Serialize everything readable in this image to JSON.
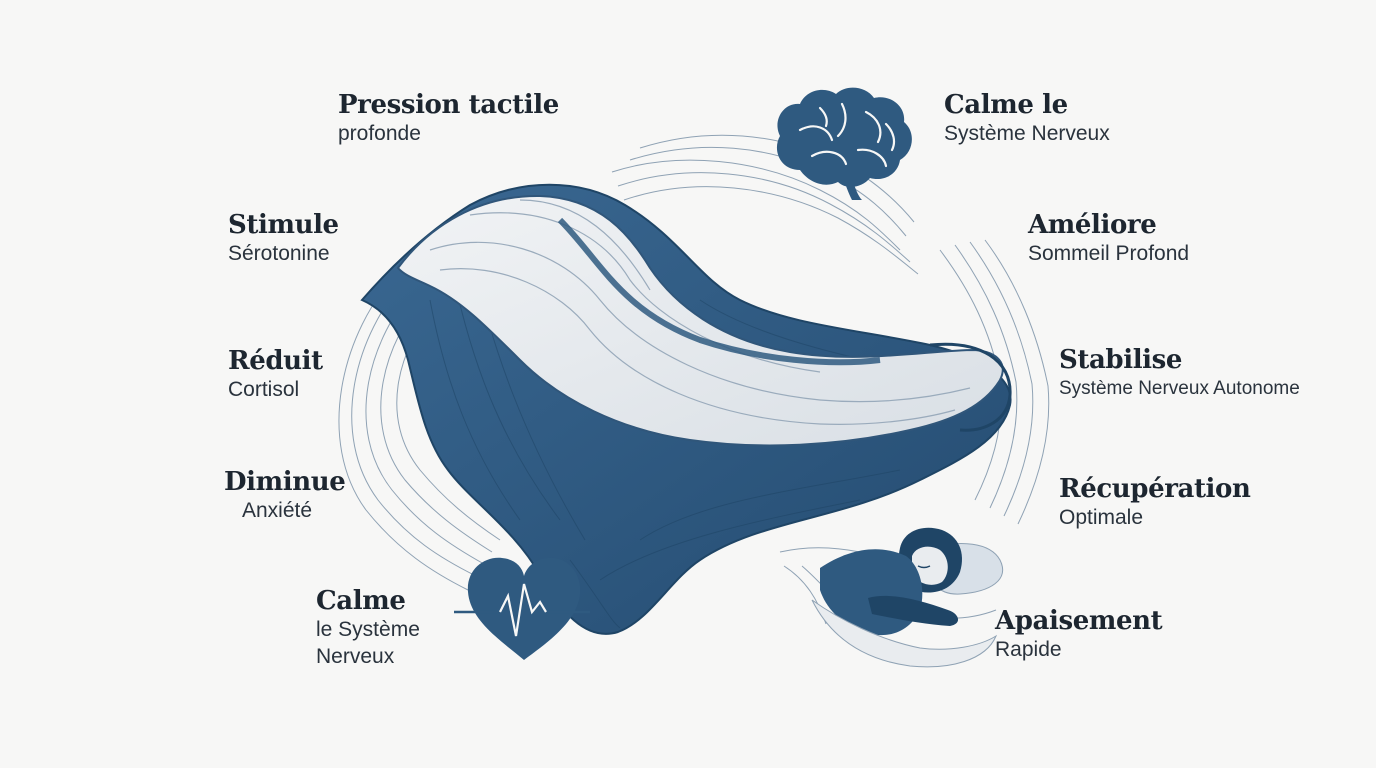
{
  "colors": {
    "background": "#f7f7f6",
    "navy": "#2f5a80",
    "navy_dark": "#1f4566",
    "cream": "#e9ecef",
    "text": "#1d2630"
  },
  "icons": [
    "brain-icon",
    "heart-pulse-icon",
    "sleeping-person-icon",
    "weighted-blanket-illustration"
  ],
  "labels": {
    "pression": {
      "title": "Pression tactile",
      "sub": "profonde"
    },
    "stimule": {
      "title": "Stimule",
      "sub": "Sérotonine"
    },
    "reduit": {
      "title": "Réduit",
      "sub": "Cortisol"
    },
    "diminue": {
      "title": "Diminue",
      "sub": "Anxiété"
    },
    "calme_left": {
      "title": "Calme",
      "sub1": "le Système",
      "sub2": "Nerveux"
    },
    "calme_right": {
      "title": "Calme le",
      "sub": "Système Nerveux"
    },
    "ameliore": {
      "title": "Améliore",
      "sub": "Sommeil Profond"
    },
    "stabilise": {
      "title": "Stabilise",
      "sub": "Système Nerveux Autonome"
    },
    "recuperation": {
      "title": "Récupération",
      "sub": "Optimale"
    },
    "apaisement": {
      "title": "Apaisement",
      "sub": "Rapide"
    }
  }
}
